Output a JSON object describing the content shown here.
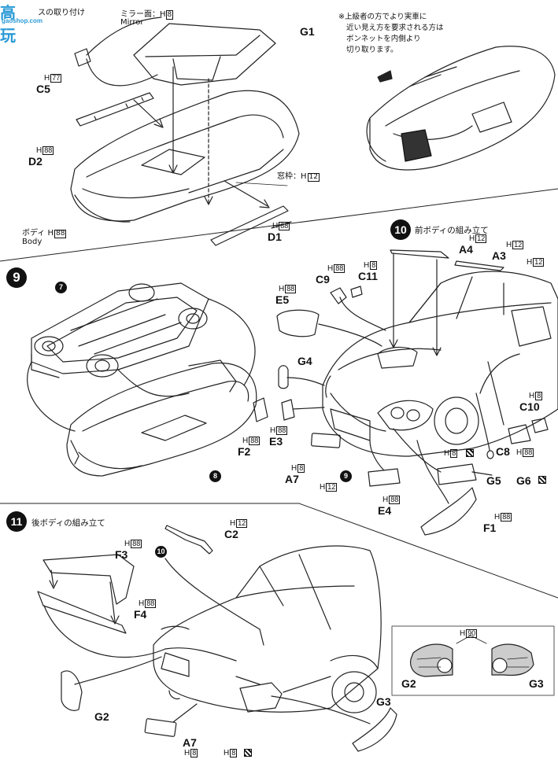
{
  "watermark": {
    "big": "高玩",
    "small": "gaoshop.com"
  },
  "top_left_label": "スの取り付け",
  "mirror_label": {
    "jp": "ミラー面：",
    "paint": "8",
    "en": "Mirror"
  },
  "note_lines": [
    "※上級者の方でより実車に",
    "近い見え方を要求される方は",
    "ボンネットを内側より",
    "切り取ります。"
  ],
  "window_frame": {
    "jp": "窓枠：",
    "paint": "12"
  },
  "body_label": {
    "jp": "ボディ",
    "paint": "88",
    "en": "Body"
  },
  "step9": {
    "num": "9"
  },
  "step10": {
    "num": "10",
    "title": "前ボディの組み立て"
  },
  "step11": {
    "num": "11",
    "title": "後ボディの組み立て"
  },
  "ref_numbers": {
    "r7": "7",
    "r8": "8",
    "r9": "9",
    "r10": "10"
  },
  "paint_prefix": "H",
  "parts": [
    {
      "id": "g1",
      "part": "G1"
    },
    {
      "id": "c5",
      "part": "C5",
      "paint": "77"
    },
    {
      "id": "d2",
      "part": "D2",
      "paint": "88"
    },
    {
      "id": "d1",
      "part": "D1",
      "paint": "88"
    },
    {
      "id": "a4",
      "part": "A4",
      "paint": "12"
    },
    {
      "id": "a3",
      "part": "A3",
      "paint": "12"
    },
    {
      "id": "c9",
      "part": "C9",
      "paint": "88"
    },
    {
      "id": "c11",
      "part": "C11",
      "paint": "8"
    },
    {
      "id": "e5",
      "part": "E5",
      "paint": "88"
    },
    {
      "id": "g4",
      "part": "G4"
    },
    {
      "id": "f2",
      "part": "F2",
      "paint": "88"
    },
    {
      "id": "e3",
      "part": "E3",
      "paint": "88"
    },
    {
      "id": "a7a",
      "part": "A7",
      "paint": "8"
    },
    {
      "id": "c10",
      "part": "C10",
      "paint": "8"
    },
    {
      "id": "c8",
      "part": "C8",
      "paint": "88"
    },
    {
      "id": "g5",
      "part": "G5"
    },
    {
      "id": "g6",
      "part": "G6"
    },
    {
      "id": "e4",
      "part": "E4",
      "paint": "88"
    },
    {
      "id": "f1",
      "part": "F1",
      "paint": "88"
    },
    {
      "id": "c2",
      "part": "C2",
      "paint": "12"
    },
    {
      "id": "f3",
      "part": "F3",
      "paint": "88"
    },
    {
      "id": "f4",
      "part": "F4",
      "paint": "88"
    },
    {
      "id": "g2",
      "part": "G2"
    },
    {
      "id": "a7b",
      "part": "A7",
      "paint": "8"
    },
    {
      "id": "g3",
      "part": "G3"
    }
  ],
  "paint_only": {
    "h12_front": "12",
    "h12_9": "12",
    "h8_g5": "8",
    "h8_rear": "8"
  },
  "inset": {
    "paint": "90",
    "left": "G2",
    "right": "G3"
  }
}
